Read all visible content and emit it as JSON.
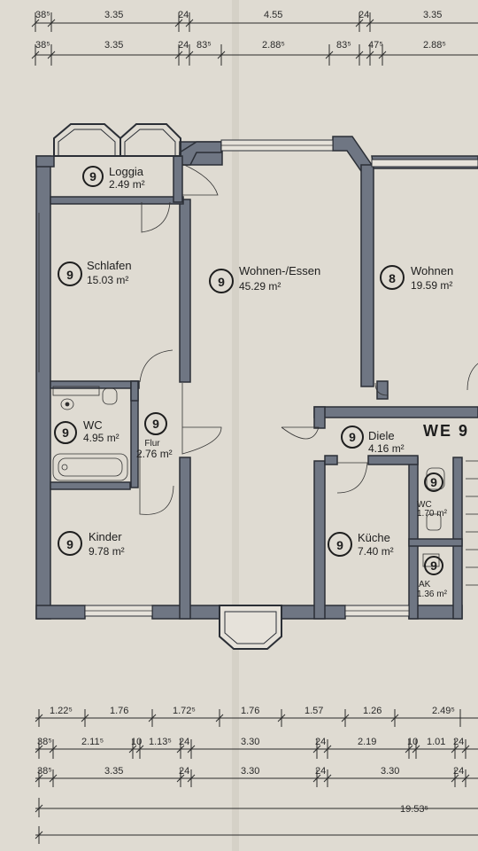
{
  "dimensions_top": {
    "row1": [
      "38⁵",
      "3.35",
      "24",
      "4.55",
      "24",
      "3.35"
    ],
    "row2": [
      "38⁵",
      "3.35",
      "24",
      "83⁵",
      "2.88⁵",
      "83⁵",
      "47⁵",
      "2.88⁵"
    ]
  },
  "dimensions_bottom": {
    "row1": [
      "1.22⁵",
      "1.76",
      "1.72⁵",
      "1.76",
      "1.57",
      "1.26",
      "2.49⁵"
    ],
    "row2": [
      "38⁵",
      "2.11⁵",
      "10",
      "1.13⁵",
      "24",
      "3.30",
      "24",
      "2.19",
      "10",
      "1.01",
      "24"
    ],
    "row3": [
      "38⁵",
      "3.35",
      "24",
      "3.30",
      "24",
      "3.30",
      "24"
    ],
    "row4": [
      "19.53⁵"
    ]
  },
  "rooms": {
    "loggia": {
      "badge": "9",
      "name": "Loggia",
      "area": "2.49 m²"
    },
    "schlafen": {
      "badge": "9",
      "name": "Schlafen",
      "area": "15.03 m²"
    },
    "wohnen_essen": {
      "badge": "9",
      "name": "Wohnen-/Essen",
      "area": "45.29 m²"
    },
    "wohnen": {
      "badge": "8",
      "name": "Wohnen",
      "area": "19.59 m²"
    },
    "wc": {
      "badge": "9",
      "name": "WC",
      "area": "4.95 m²"
    },
    "flur": {
      "badge": "9",
      "name": "Flur",
      "area": "2.76 m²"
    },
    "diele": {
      "badge": "9",
      "name": "Diele",
      "area": "4.16 m²"
    },
    "wc_small": {
      "badge": "9",
      "name": "WC",
      "area": "1.70 m²"
    },
    "kinder": {
      "badge": "9",
      "name": "Kinder",
      "area": "9.78 m²"
    },
    "kueche": {
      "badge": "9",
      "name": "Küche",
      "area": "7.40 m²"
    },
    "ak": {
      "badge": "9",
      "name": "AK",
      "area": "1.36 m²"
    }
  },
  "unit_label": "WE 9"
}
